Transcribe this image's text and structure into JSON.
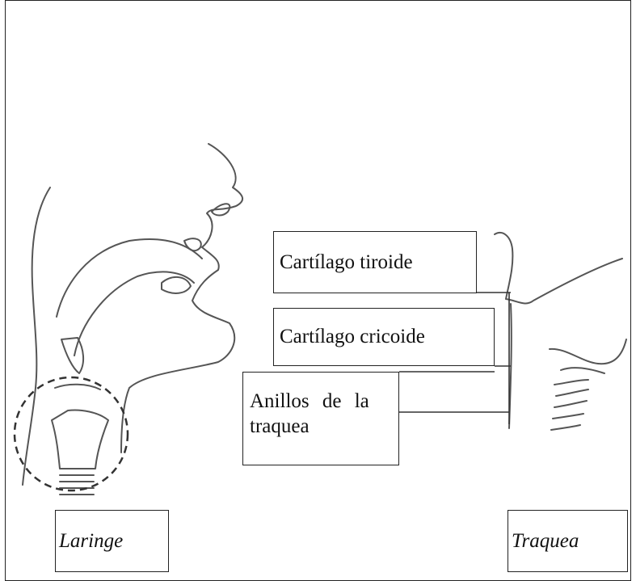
{
  "labels": {
    "thyroid_cartilage": "Cartílago tiroide",
    "cricoid_cartilage": "Cartílago cricoide",
    "tracheal_rings_line1": "Anillos de la",
    "tracheal_rings_line2": "traquea"
  },
  "captions": {
    "larynx": "Laringe",
    "trachea": "Traquea"
  },
  "colors": {
    "line": "#222222",
    "sketch": "#555555",
    "background": "#ffffff"
  }
}
